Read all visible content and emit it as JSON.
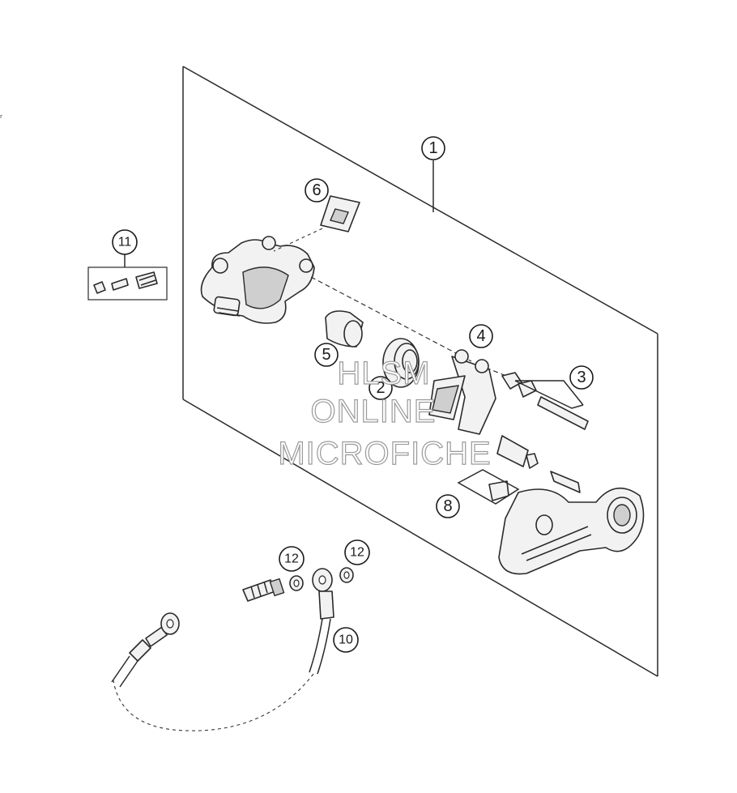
{
  "callouts": [
    {
      "id": "1",
      "label": "1"
    },
    {
      "id": "2",
      "label": "2"
    },
    {
      "id": "3",
      "label": "3"
    },
    {
      "id": "4",
      "label": "4"
    },
    {
      "id": "5",
      "label": "5"
    },
    {
      "id": "6",
      "label": "6"
    },
    {
      "id": "8",
      "label": "8"
    },
    {
      "id": "10",
      "label": "10"
    },
    {
      "id": "11",
      "label": "11"
    },
    {
      "id": "12a",
      "label": "12"
    },
    {
      "id": "12b",
      "label": "12"
    }
  ],
  "watermark": {
    "line1": "HLSM",
    "line2": "ONLINE",
    "line3": "MICROFICHE"
  },
  "corner_mark": "r"
}
